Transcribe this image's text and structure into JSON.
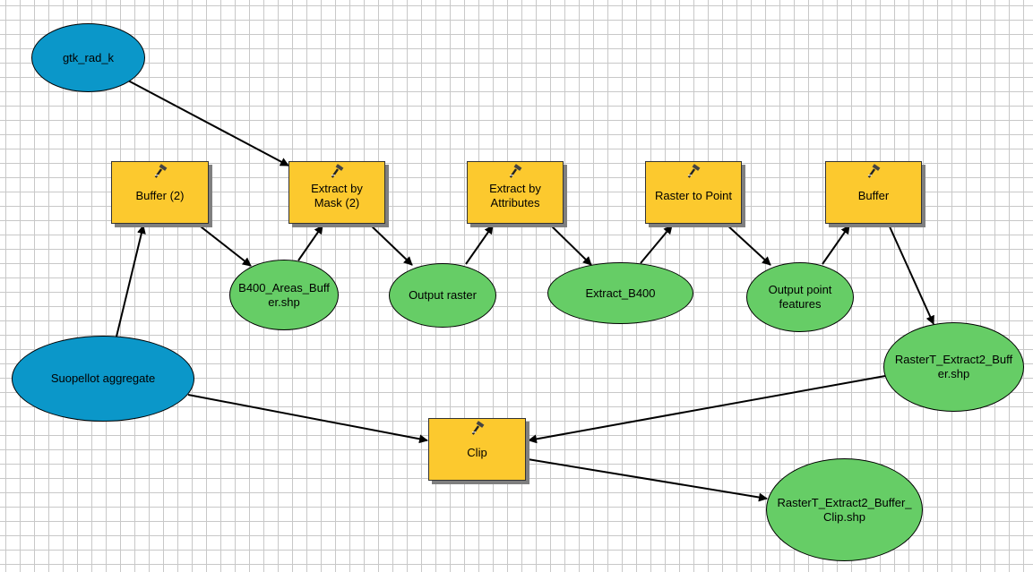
{
  "colors": {
    "input": "#0b97c9",
    "output": "#66cd66",
    "tool": "#fcc92e",
    "edge": "#000000"
  },
  "nodes": {
    "gtk_rad_k": "gtk_rad_k",
    "suopellot": "Suopellot aggregate",
    "buffer2": "Buffer (2)",
    "extract_mask_1": "Extract by",
    "extract_mask_2": "Mask (2)",
    "extract_attr_1": "Extract by",
    "extract_attr_2": "Attributes",
    "raster_to_point": "Raster to Point",
    "buffer": "Buffer",
    "clip": "Clip",
    "b400_areas_1": "B400_Areas_Buff",
    "b400_areas_2": "er.shp",
    "output_raster": "Output raster",
    "extract_b400": "Extract_B400",
    "output_point_1": "Output point",
    "output_point_2": "features",
    "rastert_buffer_1": "RasterT_Extract2_Buff",
    "rastert_buffer_2": "er.shp",
    "rastert_clip_1": "RasterT_Extract2_Buffer_",
    "rastert_clip_2": "Clip.shp"
  },
  "icons": {
    "tool": "hammer-icon"
  }
}
